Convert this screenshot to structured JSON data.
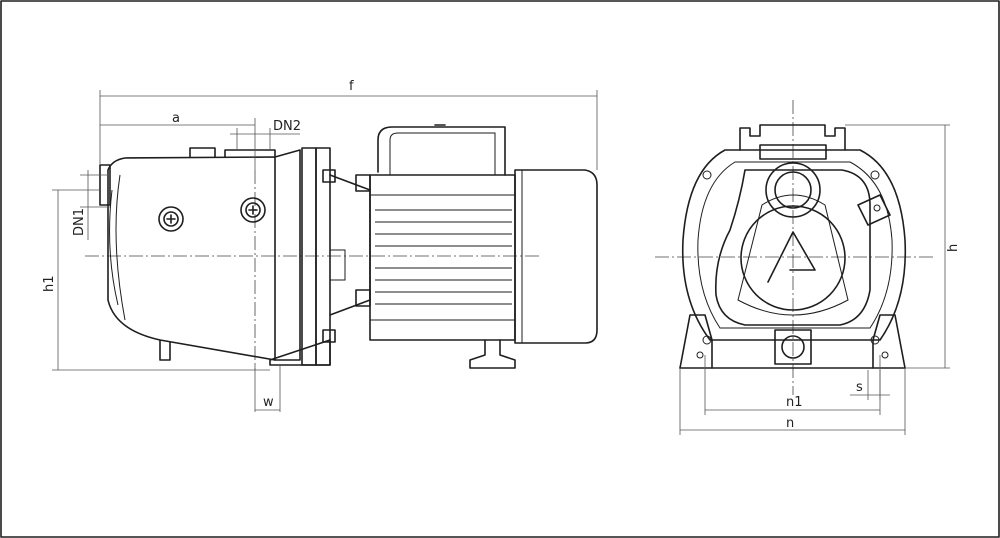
{
  "labels": {
    "f": "f",
    "a": "a",
    "dn2": "DN2",
    "dn1": "DN1",
    "h1": "h1",
    "w": "w",
    "h": "h",
    "n1": "n1",
    "n": "n",
    "s": "s"
  },
  "colors": {
    "stroke": "#1e1e1e",
    "background": "#ffffff"
  }
}
